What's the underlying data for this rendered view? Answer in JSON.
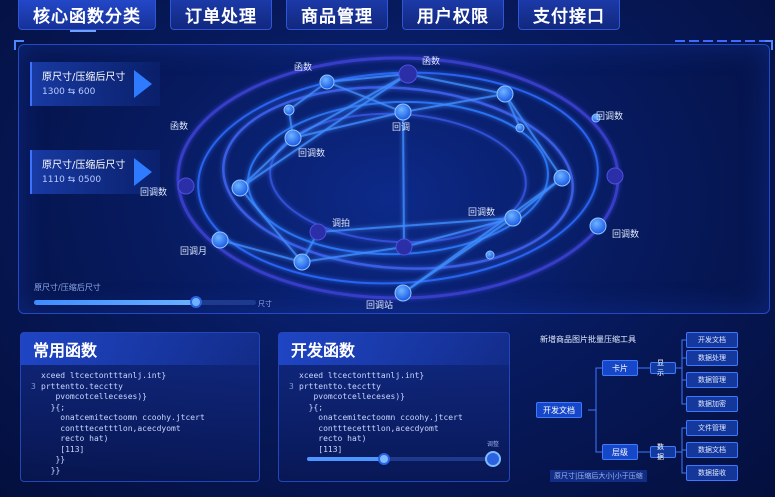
{
  "tabs": [
    {
      "label": "核心函数分类",
      "active": true
    },
    {
      "label": "订单处理",
      "active": false
    },
    {
      "label": "商品管理",
      "active": false
    },
    {
      "label": "用户权限",
      "active": false
    },
    {
      "label": "支付接口",
      "active": false
    }
  ],
  "size_cards": [
    {
      "title": "原尺寸/压缩后尺寸",
      "value": "1300 ⇆ 600"
    },
    {
      "title": "原尺寸/压缩后尺寸",
      "value": "1110 ⇆ 0500"
    }
  ],
  "slider": {
    "label": "原尺寸/压缩后尺寸",
    "end_label": "尺寸",
    "value_fraction": 0.73
  },
  "graph_labels": [
    "函数",
    "函数",
    "回调数",
    "回调",
    "回调数",
    "函数",
    "回调数",
    "回调月",
    "调拍",
    "回调数",
    "回调数",
    "回调站"
  ],
  "panels": [
    {
      "title": "常用函数",
      "lines": [
        {
          "n": "",
          "t": "xceed ltcectontttanlj.int}"
        },
        {
          "n": "3",
          "t": "prttentto.tecctty"
        },
        {
          "n": "",
          "t": "   pvomcotcelleceses)}"
        },
        {
          "n": "",
          "t": "  }{;"
        },
        {
          "n": "",
          "t": "    onatcemitectoomn ccoohy.jtcert"
        },
        {
          "n": "",
          "t": "    contttecetttlon,acecdyomt"
        },
        {
          "n": "",
          "t": "    recto hat)"
        },
        {
          "n": "",
          "t": "    [113]"
        },
        {
          "n": "",
          "t": "   }}"
        },
        {
          "n": "",
          "t": "  }}"
        }
      ]
    },
    {
      "title": "开发函数",
      "lines": [
        {
          "n": "",
          "t": "xceed ltcectontttanlj.int}"
        },
        {
          "n": "3",
          "t": "prttentto.tecctty"
        },
        {
          "n": "",
          "t": "   pvomcotcelleceses)}"
        },
        {
          "n": "",
          "t": "  }{;"
        },
        {
          "n": "",
          "t": "    onatcemitectoomn ccoohy.jtcert"
        },
        {
          "n": "",
          "t": "    contttecetttlon,acecdyomt"
        },
        {
          "n": "",
          "t": "    recto hat)"
        },
        {
          "n": "",
          "t": "    [113]"
        }
      ],
      "slider_fraction": 0.41,
      "end_label": "调整"
    }
  ],
  "tree": {
    "title": "新增商品图片批量压缩工具",
    "root": "开发文档",
    "branches": [
      {
        "label": "卡片",
        "sub": "显示",
        "leaves": [
          "开发文档",
          "数据处理",
          "数据管理",
          "数据加密"
        ]
      },
      {
        "label": "层级",
        "sub": "数据",
        "leaves": [
          "文件管理",
          "数据文档",
          "数据接收"
        ]
      }
    ],
    "footer": "原尺寸|压缩后大小|小于压缩"
  },
  "colors": {
    "accent": "#2f7bff",
    "node": "#1f5ff0",
    "node_dark": "#2a2fa8",
    "line": "#3d6cf2"
  }
}
